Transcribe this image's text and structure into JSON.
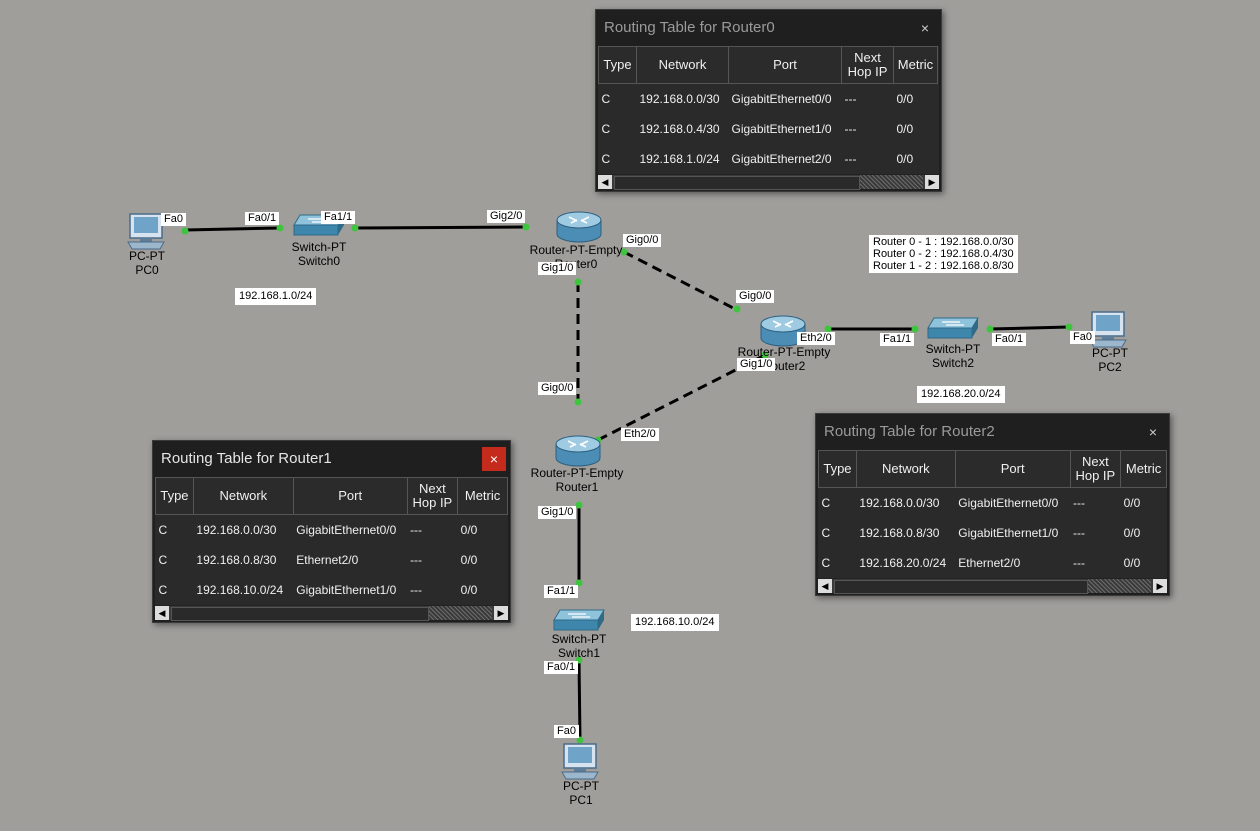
{
  "devices": {
    "pc0": {
      "model": "PC-PT",
      "name": "PC0"
    },
    "pc1": {
      "model": "PC-PT",
      "name": "PC1"
    },
    "pc2": {
      "model": "PC-PT",
      "name": "PC2"
    },
    "switch0": {
      "model": "Switch-PT",
      "name": "Switch0"
    },
    "switch1": {
      "model": "Switch-PT",
      "name": "Switch1"
    },
    "switch2": {
      "model": "Switch-PT",
      "name": "Switch2"
    },
    "router0": {
      "model": "Router-PT-Empty",
      "name": "Router0"
    },
    "router1": {
      "model": "Router-PT-Empty",
      "name": "Router1"
    },
    "router2": {
      "model": "Router-PT-Empty",
      "name": "Router2"
    }
  },
  "ports": {
    "pc0_fa0": "Fa0",
    "sw0_fa01": "Fa0/1",
    "sw0_fa11": "Fa1/1",
    "r0_gig20": "Gig2/0",
    "r0_gig00": "Gig0/0",
    "r0_gig10": "Gig1/0",
    "r2_gig00": "Gig0/0",
    "r2_eth20": "Eth2/0",
    "r2_gig10": "Gig1/0",
    "sw2_fa11": "Fa1/1",
    "sw2_fa01": "Fa0/1",
    "pc2_fa0": "Fa0",
    "r1_gig00": "Gig0/0",
    "r1_eth20": "Eth2/0",
    "r1_gig10": "Gig1/0",
    "sw1_fa11": "Fa1/1",
    "sw1_fa01": "Fa0/1",
    "pc1_fa0": "Fa0"
  },
  "notes": {
    "net_left": "192.168.1.0/24",
    "net_right": "192.168.20.0/24",
    "net_bottom": "192.168.10.0/24",
    "links": [
      "Router 0 - 1 : 192.168.0.0/30",
      "Router 0 - 2 : 192.168.0.4/30",
      "Router 1 - 2 : 192.168.0.8/30"
    ]
  },
  "tables": {
    "headers": {
      "type": "Type",
      "network": "Network",
      "port": "Port",
      "next_hop_1": "Next",
      "next_hop_2": "Hop IP",
      "metric": "Metric"
    },
    "close_glyph": "×",
    "r0": {
      "title": "Routing Table for Router0",
      "rows": [
        {
          "type": "C",
          "network": "192.168.0.0/30",
          "port": "GigabitEthernet0/0",
          "next_hop": "---",
          "metric": "0/0"
        },
        {
          "type": "C",
          "network": "192.168.0.4/30",
          "port": "GigabitEthernet1/0",
          "next_hop": "---",
          "metric": "0/0"
        },
        {
          "type": "C",
          "network": "192.168.1.0/24",
          "port": "GigabitEthernet2/0",
          "next_hop": "---",
          "metric": "0/0"
        }
      ]
    },
    "r1": {
      "title": "Routing Table for Router1",
      "rows": [
        {
          "type": "C",
          "network": "192.168.0.0/30",
          "port": "GigabitEthernet0/0",
          "next_hop": "---",
          "metric": "0/0"
        },
        {
          "type": "C",
          "network": "192.168.0.8/30",
          "port": "Ethernet2/0",
          "next_hop": "---",
          "metric": "0/0"
        },
        {
          "type": "C",
          "network": "192.168.10.0/24",
          "port": "GigabitEthernet1/0",
          "next_hop": "---",
          "metric": "0/0"
        }
      ]
    },
    "r2": {
      "title": "Routing Table for Router2",
      "rows": [
        {
          "type": "C",
          "network": "192.168.0.0/30",
          "port": "GigabitEthernet0/0",
          "next_hop": "---",
          "metric": "0/0"
        },
        {
          "type": "C",
          "network": "192.168.0.8/30",
          "port": "GigabitEthernet1/0",
          "next_hop": "---",
          "metric": "0/0"
        },
        {
          "type": "C",
          "network": "192.168.20.0/24",
          "port": "Ethernet2/0",
          "next_hop": "---",
          "metric": "0/0"
        }
      ]
    }
  },
  "colors": {
    "background": "#a09e9b",
    "link_dot": "#3ec43e",
    "close_active": "#c42b1c",
    "window": "#1f1f1f"
  }
}
